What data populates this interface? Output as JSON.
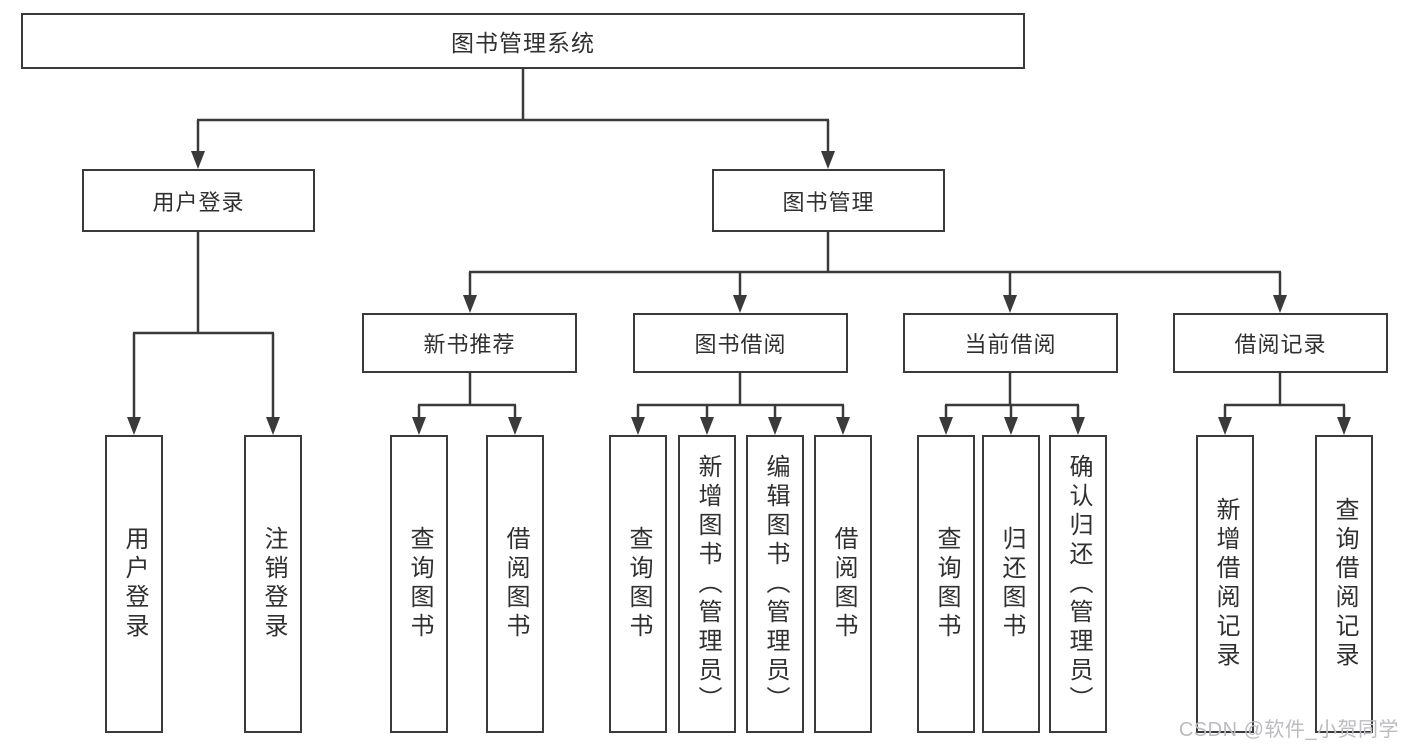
{
  "diagram": {
    "root": {
      "label": "图书管理系统"
    },
    "level1": [
      {
        "label": "用户登录"
      },
      {
        "label": "图书管理"
      }
    ],
    "level2": [
      {
        "label": "新书推荐"
      },
      {
        "label": "图书借阅"
      },
      {
        "label": "当前借阅"
      },
      {
        "label": "借阅记录"
      }
    ],
    "leaves": {
      "user_login": [
        {
          "label": "用户登录"
        },
        {
          "label": "注销登录"
        }
      ],
      "new_book_recommend": [
        {
          "label": "查询图书"
        },
        {
          "label": "借阅图书"
        }
      ],
      "book_borrowing": [
        {
          "label": "查询图书"
        },
        {
          "label": "新增图书（管理员）"
        },
        {
          "label": "编辑图书（管理员）"
        },
        {
          "label": "借阅图书"
        }
      ],
      "current_borrowing": [
        {
          "label": "查询图书"
        },
        {
          "label": "归还图书"
        },
        {
          "label": "确认归还（管理员）"
        }
      ],
      "borrowing_records": [
        {
          "label": "新增借阅记录"
        },
        {
          "label": "查询借阅记录"
        }
      ]
    },
    "colors": {
      "line": "#3a3a3a",
      "text": "#303030",
      "background": "#ffffff",
      "watermark": "#bcbcc0"
    }
  },
  "watermark": {
    "text": "CSDN @软件_小贺同学"
  }
}
